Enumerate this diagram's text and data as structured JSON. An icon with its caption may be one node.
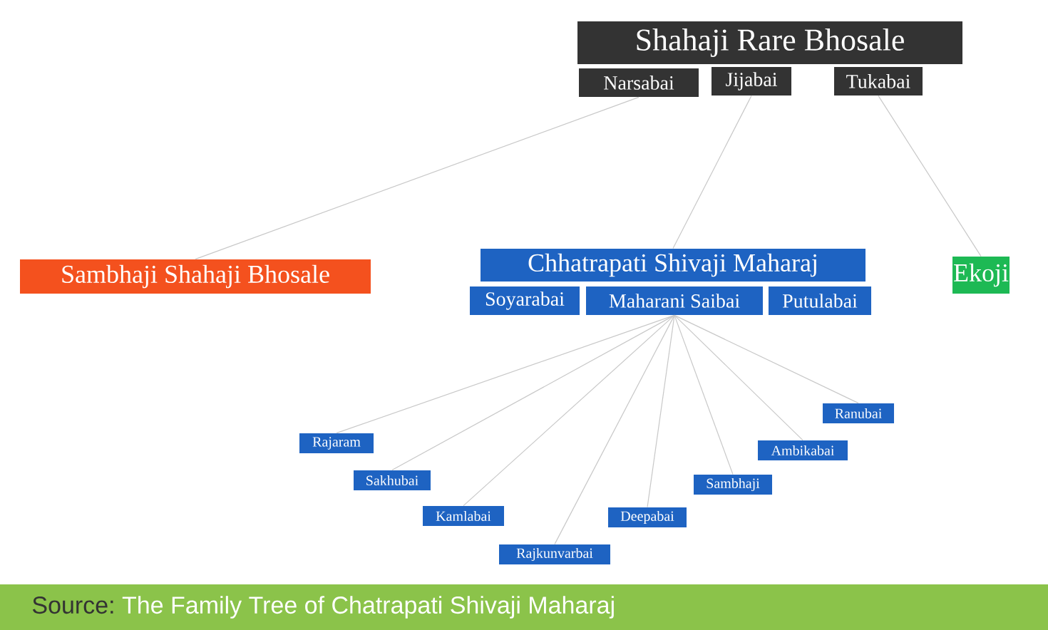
{
  "diagram": {
    "caption": "The Family Tree of Chatrapati Shivaji Maharaj",
    "nodes": [
      {
        "text": [
          "Shahaji Rare Bhosale"
        ]
      },
      {
        "text": [
          "Narsabai"
        ]
      },
      {
        "text": [
          "Jijabai"
        ]
      },
      {
        "text": [
          "Tukabai"
        ]
      },
      {
        "text": [
          "Sambhaji Shahaji Bhosale"
        ]
      },
      {
        "text": [
          "Chhatrapati Shivaji Maharaj"
        ]
      },
      {
        "text": [
          "Soyarabai"
        ]
      },
      {
        "text": [
          "Maharani Saibai"
        ]
      },
      {
        "text": [
          "Putulabai"
        ]
      },
      {
        "text": [
          "Ekoji"
        ]
      },
      {
        "text": [
          "Rajaram"
        ]
      },
      {
        "text": [
          "Sakhubai"
        ]
      },
      {
        "text": [
          "Kamlabai"
        ]
      },
      {
        "text": [
          "Rajkunvarbai"
        ]
      },
      {
        "text": [
          "Deepabai"
        ]
      },
      {
        "text": [
          "Sambhaji"
        ]
      },
      {
        "text": [
          "Ambikabai"
        ]
      },
      {
        "text": [
          "Ranubai"
        ]
      }
    ],
    "edges": [
      {
        "from": 1,
        "to": 4,
        "arrow": "none"
      },
      {
        "from": 2,
        "to": 5,
        "arrow": "none"
      },
      {
        "from": 3,
        "to": 9,
        "arrow": "none"
      },
      {
        "from": 7,
        "to": 10,
        "arrow": "none"
      },
      {
        "from": 7,
        "to": 11,
        "arrow": "none"
      },
      {
        "from": 7,
        "to": 12,
        "arrow": "none"
      },
      {
        "from": 7,
        "to": 13,
        "arrow": "none"
      },
      {
        "from": 7,
        "to": 14,
        "arrow": "none"
      },
      {
        "from": 7,
        "to": 15,
        "arrow": "none"
      },
      {
        "from": 7,
        "to": 16,
        "arrow": "none"
      },
      {
        "from": 7,
        "to": 17,
        "arrow": "none"
      }
    ],
    "labels": [
      "Source:"
    ]
  }
}
